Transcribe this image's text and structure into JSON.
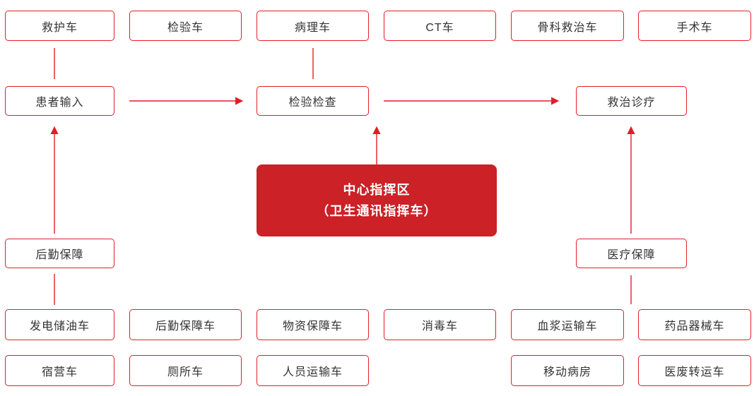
{
  "colors": {
    "line": "#e11e28",
    "fill": "#cb2127",
    "text": "#333333",
    "command_text": "#ffffff",
    "bg": "#ffffff"
  },
  "diagram": {
    "top_vehicles": [
      "救护车",
      "检验车",
      "病理车",
      "CT车",
      "骨科救治车",
      "手术车"
    ],
    "flow": {
      "patient_input": "患者输入",
      "inspection": "检验检查",
      "treatment": "救治诊疗"
    },
    "command_center": {
      "line1": "中心指挥区",
      "line2": "（卫生通讯指挥车）"
    },
    "support": {
      "logistics": "后勤保障",
      "medical": "医疗保障"
    },
    "bottom_vehicles_row1": [
      "发电储油车",
      "后勤保障车",
      "物资保障车",
      "消毒车",
      "血浆运输车",
      "药品器械车"
    ],
    "bottom_vehicles_row2": [
      "宿营车",
      "厕所车",
      "人员运输车",
      "移动病房",
      "医废转运车"
    ]
  }
}
